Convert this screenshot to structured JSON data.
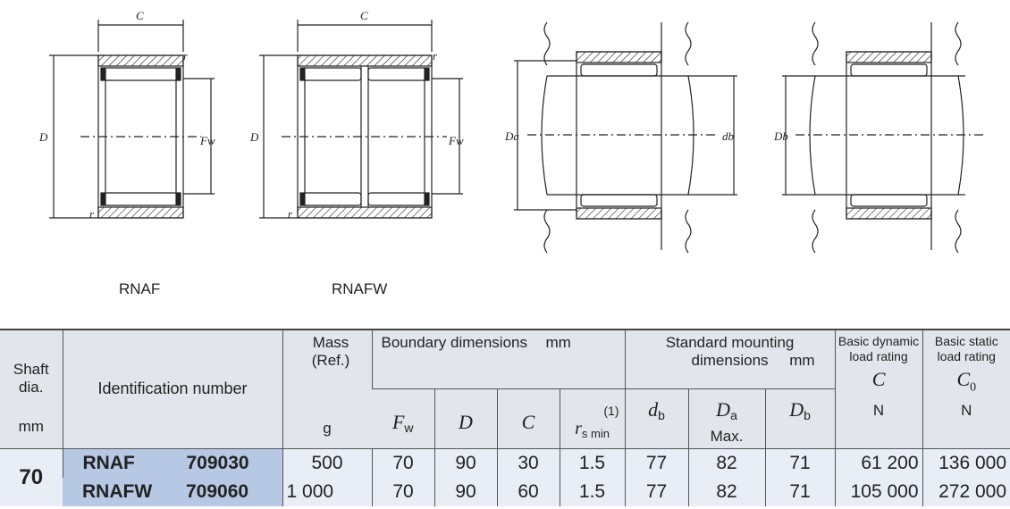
{
  "drawings": {
    "rnaf_label": "RNAF",
    "rnafw_label": "RNAFW",
    "dim_C": "C",
    "dim_D": "D",
    "dim_r": "r",
    "dim_Fw": "Fw",
    "dim_Da": "Da",
    "dim_db": "db",
    "dim_Db": "Db"
  },
  "table": {
    "headers": {
      "shaft": "Shaft dia.",
      "shaft_unit": "mm",
      "ident": "Identification number",
      "mass": "Mass (Ref.)",
      "mass_unit": "g",
      "boundary": "Boundary dimensions",
      "boundary_unit": "mm",
      "fw": "F",
      "fw_sub": "w",
      "d": "D",
      "c": "C",
      "rs_note": "(1)",
      "rs": "r",
      "rs_sub": "s min",
      "mounting": "Standard mounting dimensions",
      "mounting_unit": "mm",
      "db": "d",
      "db_sub": "b",
      "da": "D",
      "da_sub": "a",
      "da_note": "Max.",
      "dbb": "D",
      "dbb_sub": "b",
      "dyn": "Basic dynamic load rating",
      "dyn_sym": "C",
      "dyn_unit": "N",
      "stat": "Basic static load rating",
      "stat_sym": "C",
      "stat_sub": "0",
      "stat_unit": "N"
    },
    "shaft_value": "70",
    "rows": [
      {
        "series": "RNAF",
        "number": "709030",
        "mass": "500",
        "fw": "70",
        "d": "90",
        "c": "30",
        "rs": "1.5",
        "db": "77",
        "da": "82",
        "dbb": "71",
        "dyn": "61 200",
        "stat": "136 000"
      },
      {
        "series": "RNAFW",
        "number": "709060",
        "mass": "1 000",
        "fw": "70",
        "d": "90",
        "c": "60",
        "rs": "1.5",
        "db": "77",
        "da": "82",
        "dbb": "71",
        "dyn": "105 000",
        "stat": "272 000"
      }
    ]
  }
}
